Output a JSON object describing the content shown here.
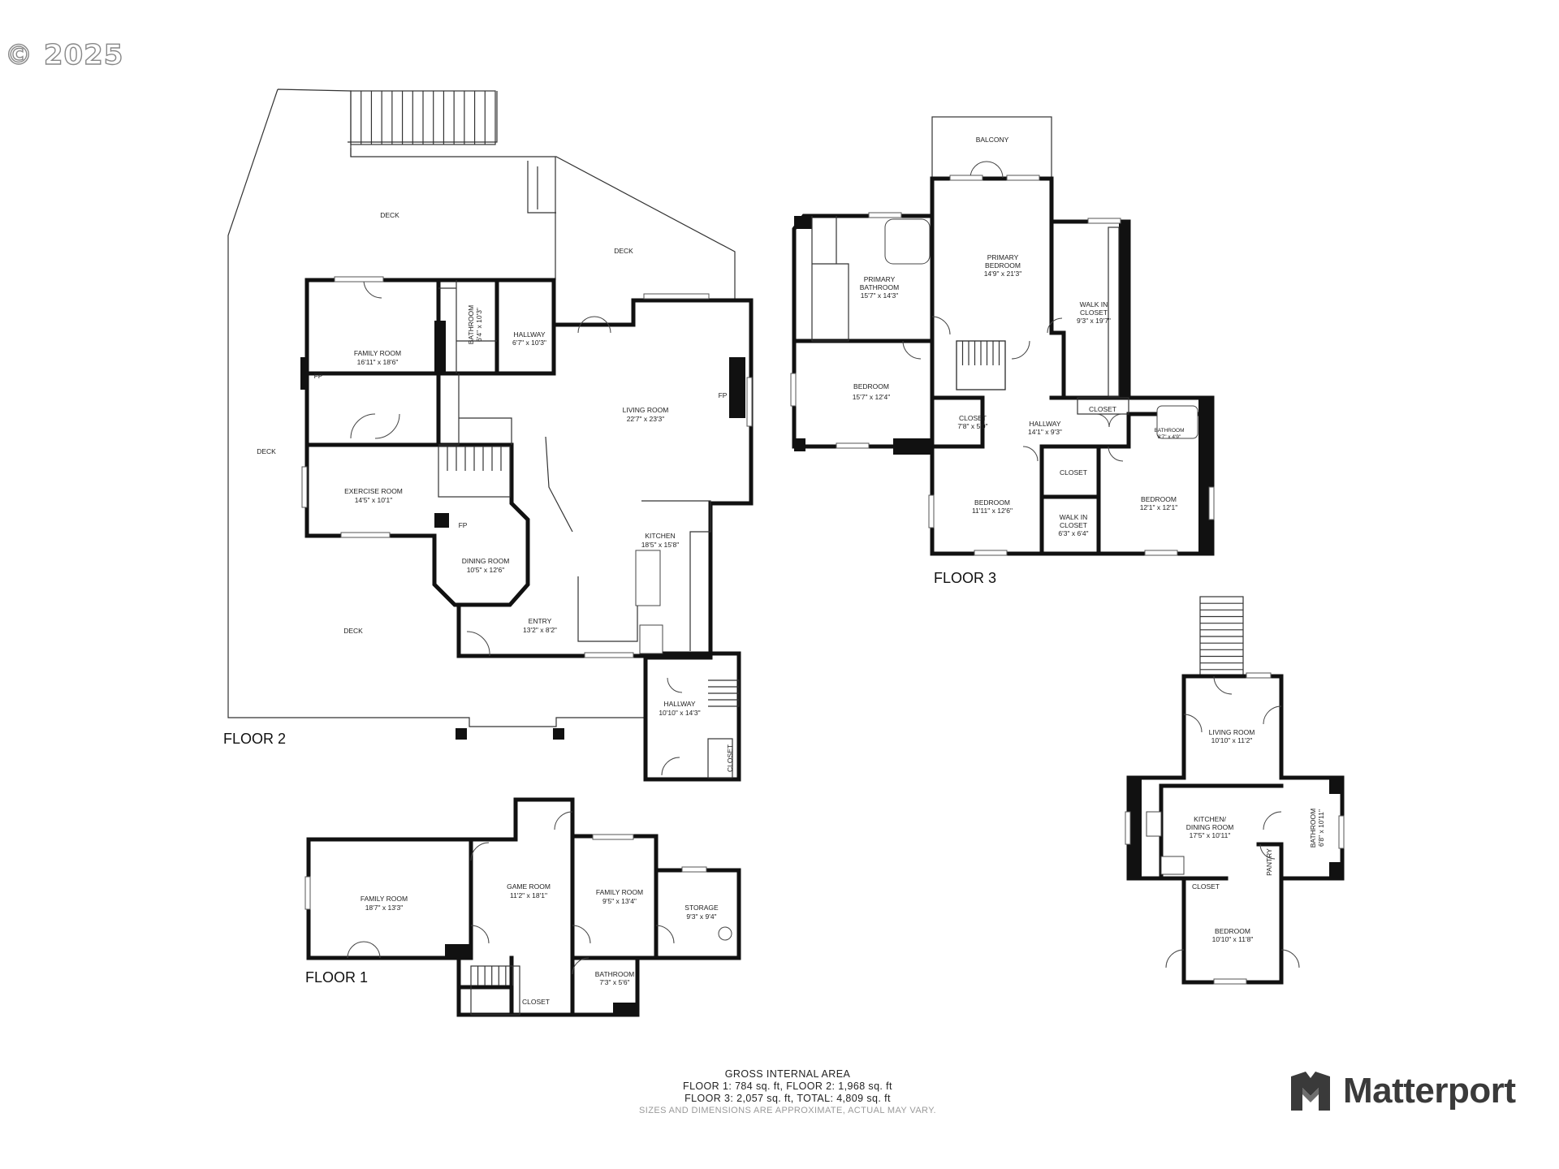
{
  "copyright": "© 2025",
  "floors": {
    "floor2": {
      "label": "FLOOR 2",
      "rooms": {
        "deck_top": "DECK",
        "deck_upper_right": "DECK",
        "deck_left": "DECK",
        "deck_bottom": "DECK",
        "family_room": [
          "FAMILY ROOM",
          "16'11\" x 18'6\""
        ],
        "fp_family": "FP",
        "bathroom_vertical": [
          "BATHROOM",
          "6'4\" x 10'3\""
        ],
        "hallway_top": [
          "HALLWAY",
          "6'7\" x 10'3\""
        ],
        "living_room": [
          "LIVING ROOM",
          "22'7\" x 23'3\""
        ],
        "fp_living": "FP",
        "exercise_room": [
          "EXERCISE ROOM",
          "14'5\" x 10'1\""
        ],
        "fp_dining": "FP",
        "dining_room": [
          "DINING ROOM",
          "10'5\" x 12'6\""
        ],
        "kitchen": [
          "KITCHEN",
          "18'5\" x 15'8\""
        ],
        "entry": [
          "ENTRY",
          "13'2\" x 8'2\""
        ],
        "hallway_bottom": [
          "HALLWAY",
          "10'10\" x 14'3\""
        ],
        "closet_vertical": "CLOSET"
      }
    },
    "floor3": {
      "label": "FLOOR 3",
      "rooms": {
        "balcony": "BALCONY",
        "primary_bedroom": [
          "PRIMARY",
          "BEDROOM",
          "14'9\" x 21'3\""
        ],
        "primary_bathroom": [
          "PRIMARY",
          "BATHROOM",
          "15'7\" x 14'3\""
        ],
        "walk_in_closet_1": [
          "WALK IN",
          "CLOSET",
          "9'3\" x 19'7\""
        ],
        "bedroom_left": [
          "BEDROOM",
          "15'7\" x 12'4\""
        ],
        "closet_upper": "CLOSET",
        "closet_small": [
          "CLOSET",
          "7'8\" x 5'0\""
        ],
        "hallway": [
          "HALLWAY",
          "14'1\" x 9'3\""
        ],
        "bathroom_small": [
          "BATHROOM",
          "8'7\" x 4'9\""
        ],
        "closet_mid": "CLOSET",
        "bedroom_center": [
          "BEDROOM",
          "11'11\" x 12'6\""
        ],
        "walk_in_closet_2": [
          "WALK IN",
          "CLOSET",
          "6'3\" x 6'4\""
        ],
        "bedroom_right": [
          "BEDROOM",
          "12'1\" x 12'1\""
        ]
      }
    },
    "floor1": {
      "label": "FLOOR 1",
      "rooms": {
        "family_room_big": [
          "FAMILY ROOM",
          "18'7\" x 13'3\""
        ],
        "game_room": [
          "GAME ROOM",
          "11'2\" x 18'1\""
        ],
        "family_room_small": [
          "FAMILY ROOM",
          "9'5\" x 13'4\""
        ],
        "storage": [
          "STORAGE",
          "9'3\" x 9'4\""
        ],
        "bathroom": [
          "BATHROOM",
          "7'3\" x 5'6\""
        ],
        "closet": "CLOSET"
      }
    },
    "adu": {
      "rooms": {
        "living_room": [
          "LIVING ROOM",
          "10'10\" x 11'2\""
        ],
        "kitchen_dining": [
          "KITCHEN/",
          "DINING ROOM",
          "17'5\" x 10'11\""
        ],
        "bathroom_vertical": [
          "BATHROOM",
          "6'8\" x 10'11\""
        ],
        "pantry": "PANTRY",
        "closet": "CLOSET",
        "bedroom": [
          "BEDROOM",
          "10'10\" x 11'8\""
        ]
      }
    }
  },
  "gross_area": {
    "title": "GROSS INTERNAL AREA",
    "line1": "FLOOR 1: 784 sq. ft, FLOOR 2: 1,968 sq. ft",
    "line2": "FLOOR 3: 2,057 sq. ft, TOTAL: 4,809 sq. ft",
    "note": "SIZES AND DIMENSIONS ARE APPROXIMATE, ACTUAL MAY VARY."
  },
  "brand": {
    "name": "Matterport",
    "icon": "matterport-logo-icon",
    "color": "#3a3a3a"
  }
}
